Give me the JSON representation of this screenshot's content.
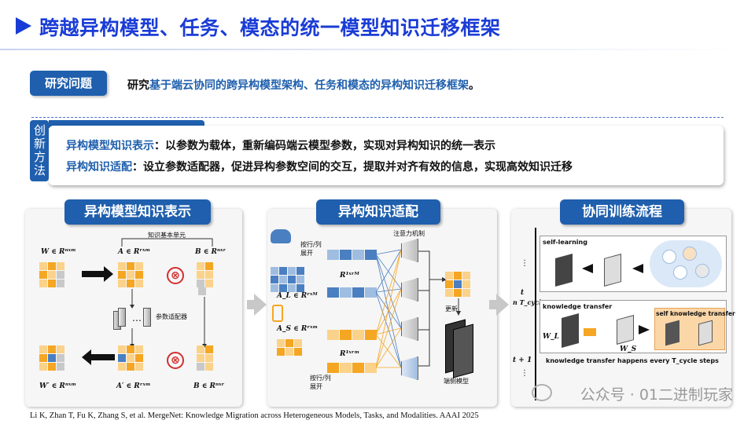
{
  "header": {
    "title": "跨越异构模型、任务、模态的统一模型知识迁移框架"
  },
  "research_question": {
    "tag": "研究问题",
    "prefix": "研究",
    "highlight": "基于端云协同的跨异构模型架构、任务和模态的异构知识迁移框架",
    "suffix": "。"
  },
  "innovation": {
    "tag": "创新方法",
    "items": [
      {
        "title": "异构模型知识表示",
        "text": "：以参数为载体，重新编码端云模型参数，实现对异构知识的统一表示"
      },
      {
        "title": "异构知识适配",
        "text": "：设立参数适配器，促进异构参数空间的交互，提取并对齐有效的信息，实现高效知识迁移"
      }
    ]
  },
  "panels": {
    "representation": {
      "title": "异构模型知识表示",
      "unit_label": "知识基本单元",
      "adapter_label": "参数适配器",
      "ellipsis": "…",
      "w_label": "W ∈ Rⁿˣᵐ",
      "a_label": "A ∈ Rʳˣᵐ",
      "b_label": "B ∈ Rⁿˣʳ",
      "w2_label": "W′ ∈ Rⁿˣᵐ",
      "a2_label": "A′ ∈ Rʳˣᵐ",
      "b2_label": "B ∈ Rⁿˣʳ",
      "cross": "⊗"
    },
    "adaptation": {
      "title": "异构知识适配",
      "attention_label": "注意力机制",
      "split_top": "按行/列\n展开",
      "split_bottom": "按行/列\n展开",
      "r_top": "R¹ˣʳᴹ",
      "r_bottom": "R¹ˣʳᵐ",
      "al_label": "A_L ∈ Rʳˣᴹ",
      "as_label": "A_S ∈ Rʳˣᵐ",
      "update_label": "更新",
      "device_label": "端侧模型"
    },
    "training": {
      "title": "协同训练流程",
      "self_learning": "self-learning",
      "knowledge_transfer": "knowledge transfer",
      "self_knowledge_transfer": "self knowledge transfer",
      "footer": "knowledge transfer happens every T_cycle steps",
      "t_label": "t",
      "t_cycle": "n T_cycle",
      "t_next": "t + 1",
      "wl": "W_L",
      "ws": "W_S",
      "vdots": "⋮"
    }
  },
  "reference": "Li K, Zhan T, Fu K, Zhang S, et al. MergeNet: Knowledge Migration across Heterogeneous Models, Tasks, and Modalities. AAAI 2025",
  "watermark": "公众号 · 01二进制玩家",
  "colors": {
    "accent": "#1f5fad",
    "title_blue": "#1a3cd6",
    "orange": "#f5a623",
    "light_orange": "#fbd28a",
    "grey_cell": "#c9c9c9",
    "blue_cell": "#4a7fc1",
    "red_mark": "#d32f2f"
  }
}
